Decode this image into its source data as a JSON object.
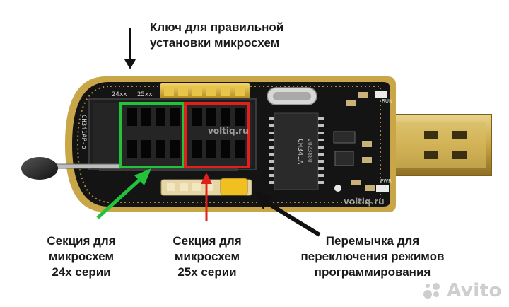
{
  "labels": {
    "key": [
      "Ключ для правильной",
      "установки микросхем"
    ],
    "section24": [
      "Секция для",
      "микросхем",
      "24х серии"
    ],
    "section25": [
      "Секция для",
      "микросхем",
      "25х серии"
    ],
    "jumper": [
      "Перемычка для",
      "переключения режимов",
      "программирования"
    ]
  },
  "board_text": {
    "chip": "CH341A",
    "chip_code": "2023880",
    "model": "CH341AP-o",
    "silk_24": "24xx",
    "silk_25": "25xx",
    "pwr": "PWR",
    "run": "RUN"
  },
  "watermarks": {
    "mark1": "voltiq.ru",
    "mark2": "voltiq.ru",
    "site": "Avito"
  },
  "colors": {
    "green_frame": "#22c33a",
    "red_frame": "#e0201a",
    "arrow_black": "#111111",
    "pcb": "#141414",
    "gold": "#c9a648"
  }
}
